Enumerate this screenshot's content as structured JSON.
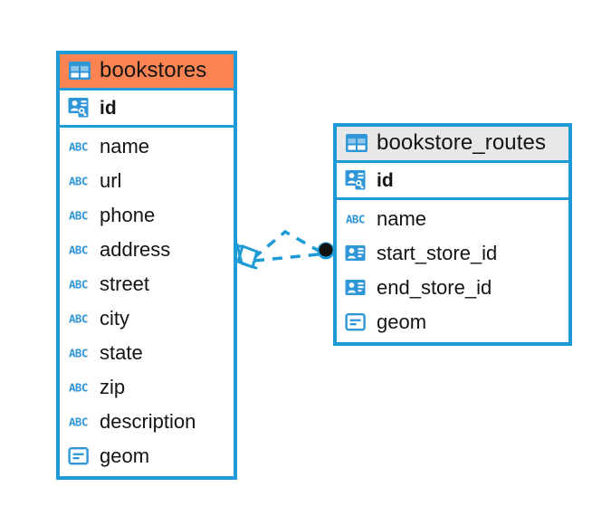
{
  "diagram": {
    "type": "entity-relationship-diagram",
    "background": "#FFFFFF",
    "colors": {
      "border_blue": "#1E9AD6",
      "selected_header": "#FC8452",
      "normal_header": "#E8E8E8",
      "text": "#141414",
      "icon_blue": "#2F96D8",
      "connector": "#1E9AD6",
      "endpoint_dot": "#111111"
    }
  },
  "entities": [
    {
      "name": "bookstores",
      "header_icon": "table-icon",
      "selected": true,
      "primary_keys": [
        {
          "name": "id",
          "icon": "primary-key-icon",
          "type": "pk"
        }
      ],
      "fields": [
        {
          "name": "name",
          "icon": "text-abc-icon",
          "type": "text"
        },
        {
          "name": "url",
          "icon": "text-abc-icon",
          "type": "text"
        },
        {
          "name": "phone",
          "icon": "text-abc-icon",
          "type": "text"
        },
        {
          "name": "address",
          "icon": "text-abc-icon",
          "type": "text"
        },
        {
          "name": "street",
          "icon": "text-abc-icon",
          "type": "text"
        },
        {
          "name": "city",
          "icon": "text-abc-icon",
          "type": "text"
        },
        {
          "name": "state",
          "icon": "text-abc-icon",
          "type": "text"
        },
        {
          "name": "zip",
          "icon": "text-abc-icon",
          "type": "text"
        },
        {
          "name": "description",
          "icon": "text-abc-icon",
          "type": "text"
        },
        {
          "name": "geom",
          "icon": "geometry-icon",
          "type": "geometry"
        }
      ]
    },
    {
      "name": "bookstore_routes",
      "header_icon": "table-icon",
      "selected": false,
      "primary_keys": [
        {
          "name": "id",
          "icon": "primary-key-icon",
          "type": "pk"
        }
      ],
      "fields": [
        {
          "name": "name",
          "icon": "text-abc-icon",
          "type": "text"
        },
        {
          "name": "start_store_id",
          "icon": "foreign-key-icon",
          "type": "fk"
        },
        {
          "name": "end_store_id",
          "icon": "foreign-key-icon",
          "type": "fk"
        },
        {
          "name": "geom",
          "icon": "geometry-icon",
          "type": "geometry"
        }
      ]
    }
  ],
  "relationships": [
    {
      "from_entity": "bookstores",
      "to_entity": "bookstore_routes",
      "from_cardinality": "zero-or-many",
      "to_cardinality": "one",
      "line_style": "dashed",
      "from_marker": "crows-foot-icon",
      "to_marker": "filled-circle-icon"
    },
    {
      "from_entity": "bookstores",
      "to_entity": "bookstore_routes",
      "from_cardinality": "zero-or-many",
      "to_cardinality": "one",
      "line_style": "dashed",
      "from_marker": "crows-foot-icon",
      "to_marker": "filled-circle-icon"
    }
  ]
}
